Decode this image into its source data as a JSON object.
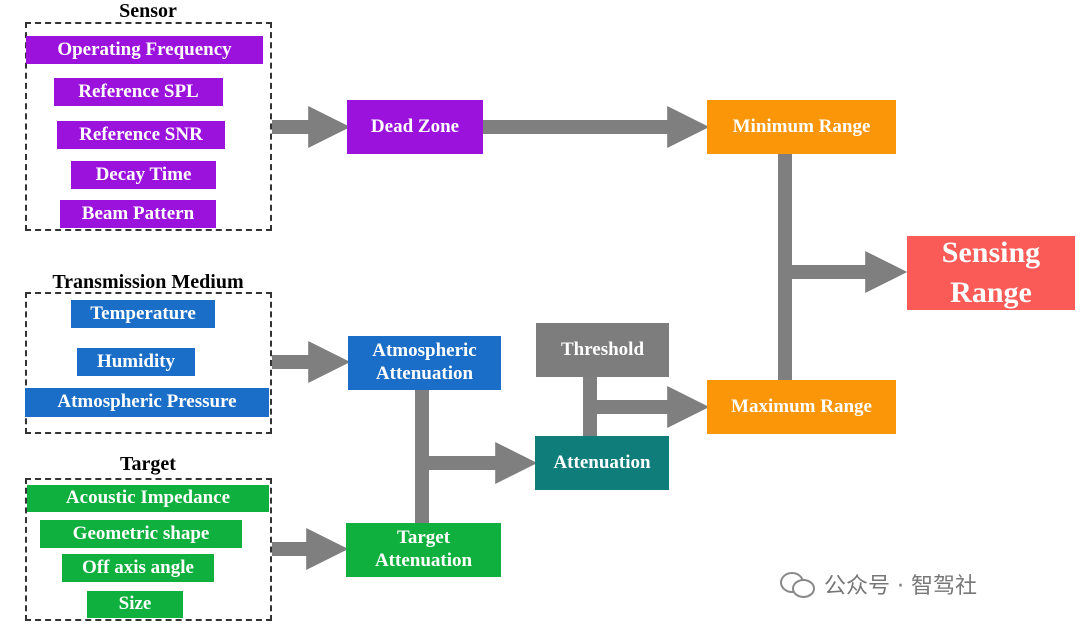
{
  "groups": {
    "sensor": {
      "title": "Sensor",
      "items": [
        "Operating Frequency",
        "Reference SPL",
        "Reference SNR",
        "Decay Time",
        "Beam Pattern"
      ]
    },
    "medium": {
      "title": "Transmission Medium",
      "items": [
        "Temperature",
        "Humidity",
        "Atmospheric Pressure"
      ]
    },
    "target": {
      "title": "Target",
      "items": [
        "Acoustic Impedance",
        "Geometric shape",
        "Off axis angle",
        "Size"
      ]
    }
  },
  "nodes": {
    "dead_zone": "Dead Zone",
    "minimum_range": "Minimum Range",
    "sensing_range": "Sensing\nRange",
    "atmospheric_attenuation": "Atmospheric\nAttenuation",
    "target_attenuation": "Target\nAttenuation",
    "threshold": "Threshold",
    "attenuation": "Attenuation",
    "maximum_range": "Maximum Range"
  },
  "colors": {
    "sensor": "#9b12dc",
    "medium": "#1a6ec8",
    "target": "#0fb03e",
    "range": "#fb9608",
    "threshold": "#7d7d7d",
    "attenuation": "#0f7d7a",
    "sensing": "#fb5b57",
    "connector": "#7f7f7f"
  },
  "watermark": {
    "icon": "wechat-icon",
    "text": "公众号 · 智驾社"
  }
}
